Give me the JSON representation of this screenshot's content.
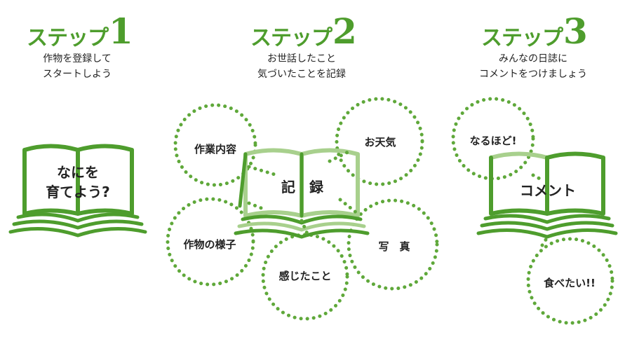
{
  "colors": {
    "green": "#4e9d2d",
    "light_green": "#a8d08d",
    "dots": "#5fa83a"
  },
  "steps": [
    {
      "word": "ステップ",
      "num": "1",
      "lines": [
        "作物を登録して",
        "スタートしよう"
      ],
      "book_lines": [
        "なにを",
        "育てよう?"
      ]
    },
    {
      "word": "ステップ",
      "num": "2",
      "lines": [
        "お世話したこと",
        "気づいたことを記録"
      ],
      "book_text": "記　録",
      "bubbles": [
        "作業内容",
        "お天気",
        "作物の様子",
        "写　真",
        "感じたこと"
      ]
    },
    {
      "word": "ステップ",
      "num": "3",
      "lines": [
        "みんなの日誌に",
        "コメントをつけましょう"
      ],
      "book_text": "コメント",
      "bubbles": [
        "なるほど!",
        "食べたい!!"
      ]
    }
  ]
}
